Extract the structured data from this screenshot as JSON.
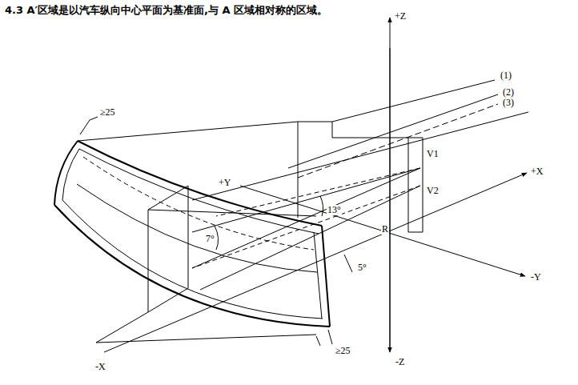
{
  "diagram": {
    "title": "4.3  A′区域是以汽车纵向中心平面为基准面,与 A 区域相对称的区域。",
    "labels": [
      "≥25",
      "≥25",
      "+Z",
      "-Z",
      "+X",
      "-X",
      "+Y",
      "-Y",
      "(1)",
      "(2)",
      "(3)",
      "V1",
      "V2",
      "R",
      "13°",
      "7°",
      "5°"
    ]
  }
}
